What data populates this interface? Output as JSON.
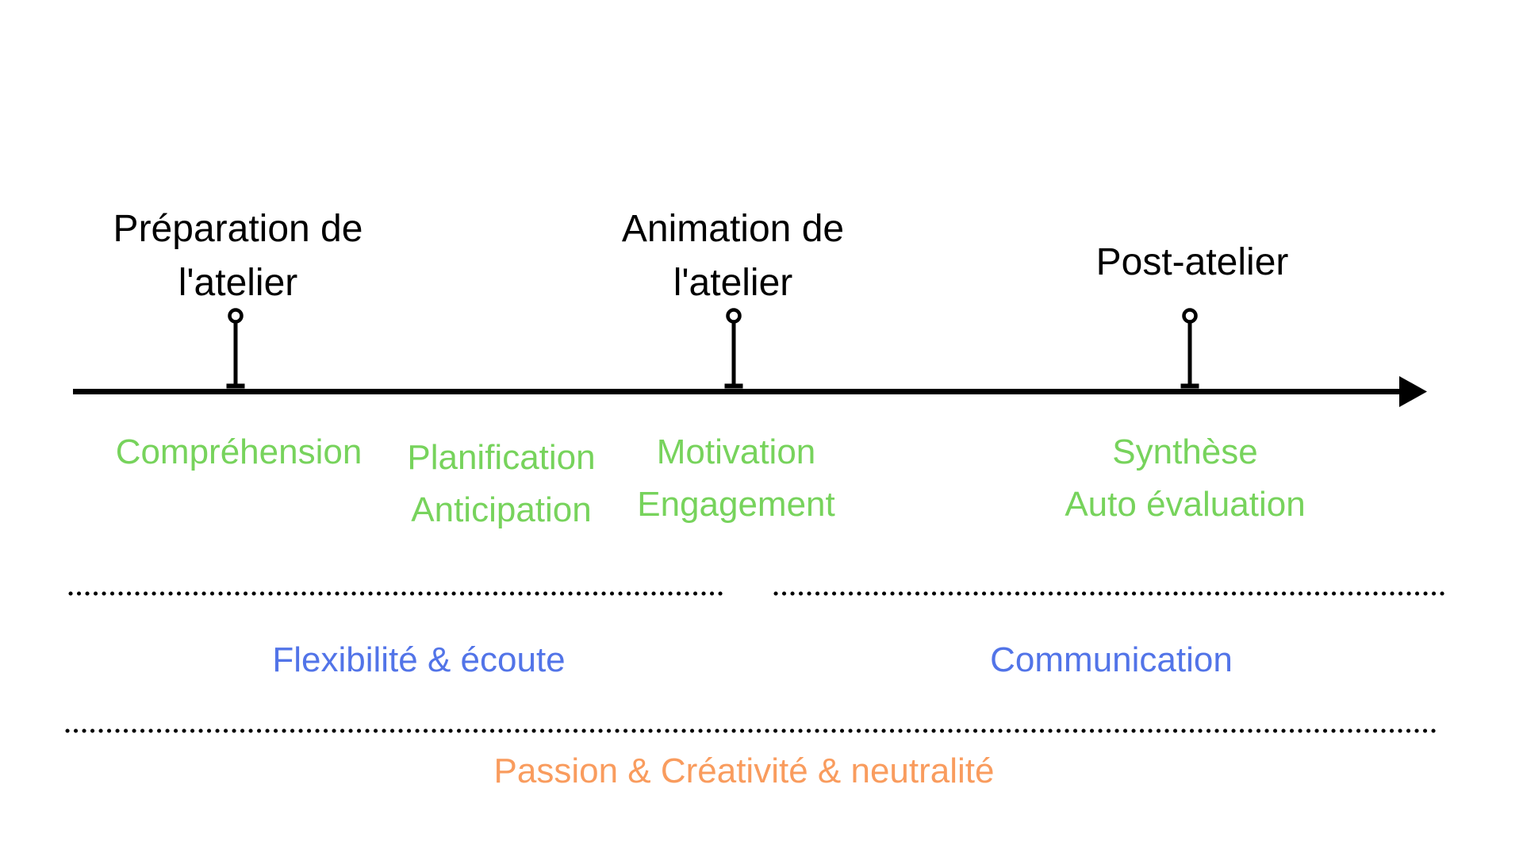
{
  "slide": {
    "background": "#ffffff"
  },
  "colors": {
    "line": "#000000",
    "phase_text": "#000000",
    "stage_green": "#77D35C",
    "competency_blue": "#5274E8",
    "value_orange": "#F99C5E"
  },
  "icons": {
    "timeline_arrowhead": "right-arrowhead",
    "milestone_marker": "circle-pin"
  },
  "timeline": {
    "phases": [
      {
        "line1": "Préparation de",
        "line2": "l'atelier"
      },
      {
        "line1": "Animation de",
        "line2": "l'atelier"
      },
      {
        "line1": "Post-atelier"
      }
    ]
  },
  "stages": [
    {
      "line1": "Compréhension"
    },
    {
      "line1": "Planification",
      "line2": "Anticipation"
    },
    {
      "line1": "Motivation",
      "line2": "Engagement"
    },
    {
      "line1": "Synthèse",
      "line2": "Auto évaluation"
    }
  ],
  "competencies": [
    {
      "text": "Flexibilité & écoute"
    },
    {
      "text": "Communication"
    }
  ],
  "values": {
    "text": "Passion & Créativité & neutralité"
  }
}
